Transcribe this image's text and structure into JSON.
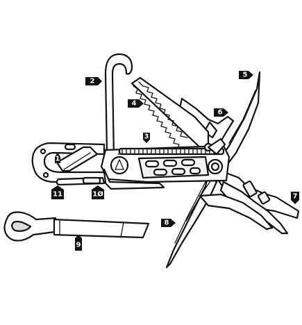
{
  "callouts": [
    {
      "id": "1",
      "label": "1"
    },
    {
      "id": "2",
      "label": "2"
    },
    {
      "id": "3",
      "label": "3"
    },
    {
      "id": "4",
      "label": "4"
    },
    {
      "id": "5",
      "label": "5"
    },
    {
      "id": "6",
      "label": "6"
    },
    {
      "id": "7",
      "label": "7"
    },
    {
      "id": "8",
      "label": "8"
    },
    {
      "id": "9",
      "label": "9"
    },
    {
      "id": "10",
      "label": "1Ø"
    },
    {
      "id": "11",
      "label": "11"
    }
  ],
  "colors": {
    "ink": "#111111",
    "background": "#ffffff",
    "callout_fill": "#111111",
    "callout_text": "#ffffff"
  }
}
